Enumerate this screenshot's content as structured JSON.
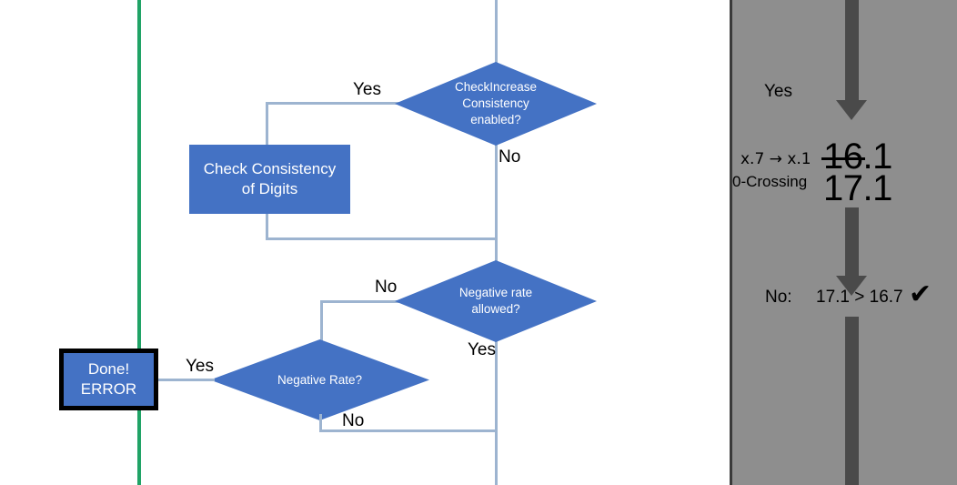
{
  "flowchart": {
    "decision_check_increase": {
      "label": "CheckIncrease\nConsistency\nenabled?",
      "yes_label": "Yes",
      "no_label": "No"
    },
    "process_check_consistency": {
      "label": "Check Consistency\nof Digits"
    },
    "decision_negative_rate_allowed": {
      "label": "Negative rate\nallowed?",
      "no_label": "No",
      "yes_label": "Yes"
    },
    "decision_negative_rate": {
      "label": "Negative Rate?",
      "yes_label": "Yes",
      "no_label": "No"
    },
    "terminal_done_error": {
      "label": "Done!\nERROR"
    },
    "colors": {
      "shape_fill": "#4472C4",
      "connector": "#9DB4D0",
      "divider_green": "#20A366",
      "terminal_border": "#000000",
      "shape_text": "#FFFFFF"
    }
  },
  "right_panel": {
    "yes_label": "Yes",
    "rule_line_1_label": "x.7 → x.1",
    "rule_line_2_label": "0-Crossing",
    "value_struck": "16.1",
    "value_current": "17.1",
    "comparison_prefix": "No:",
    "comparison_expression": "17.1 > 16.7",
    "check_glyph": "✔",
    "colors": {
      "background": "#8E8E8E",
      "arrow": "#4A4A4A",
      "border": "#3A3A3A"
    }
  }
}
